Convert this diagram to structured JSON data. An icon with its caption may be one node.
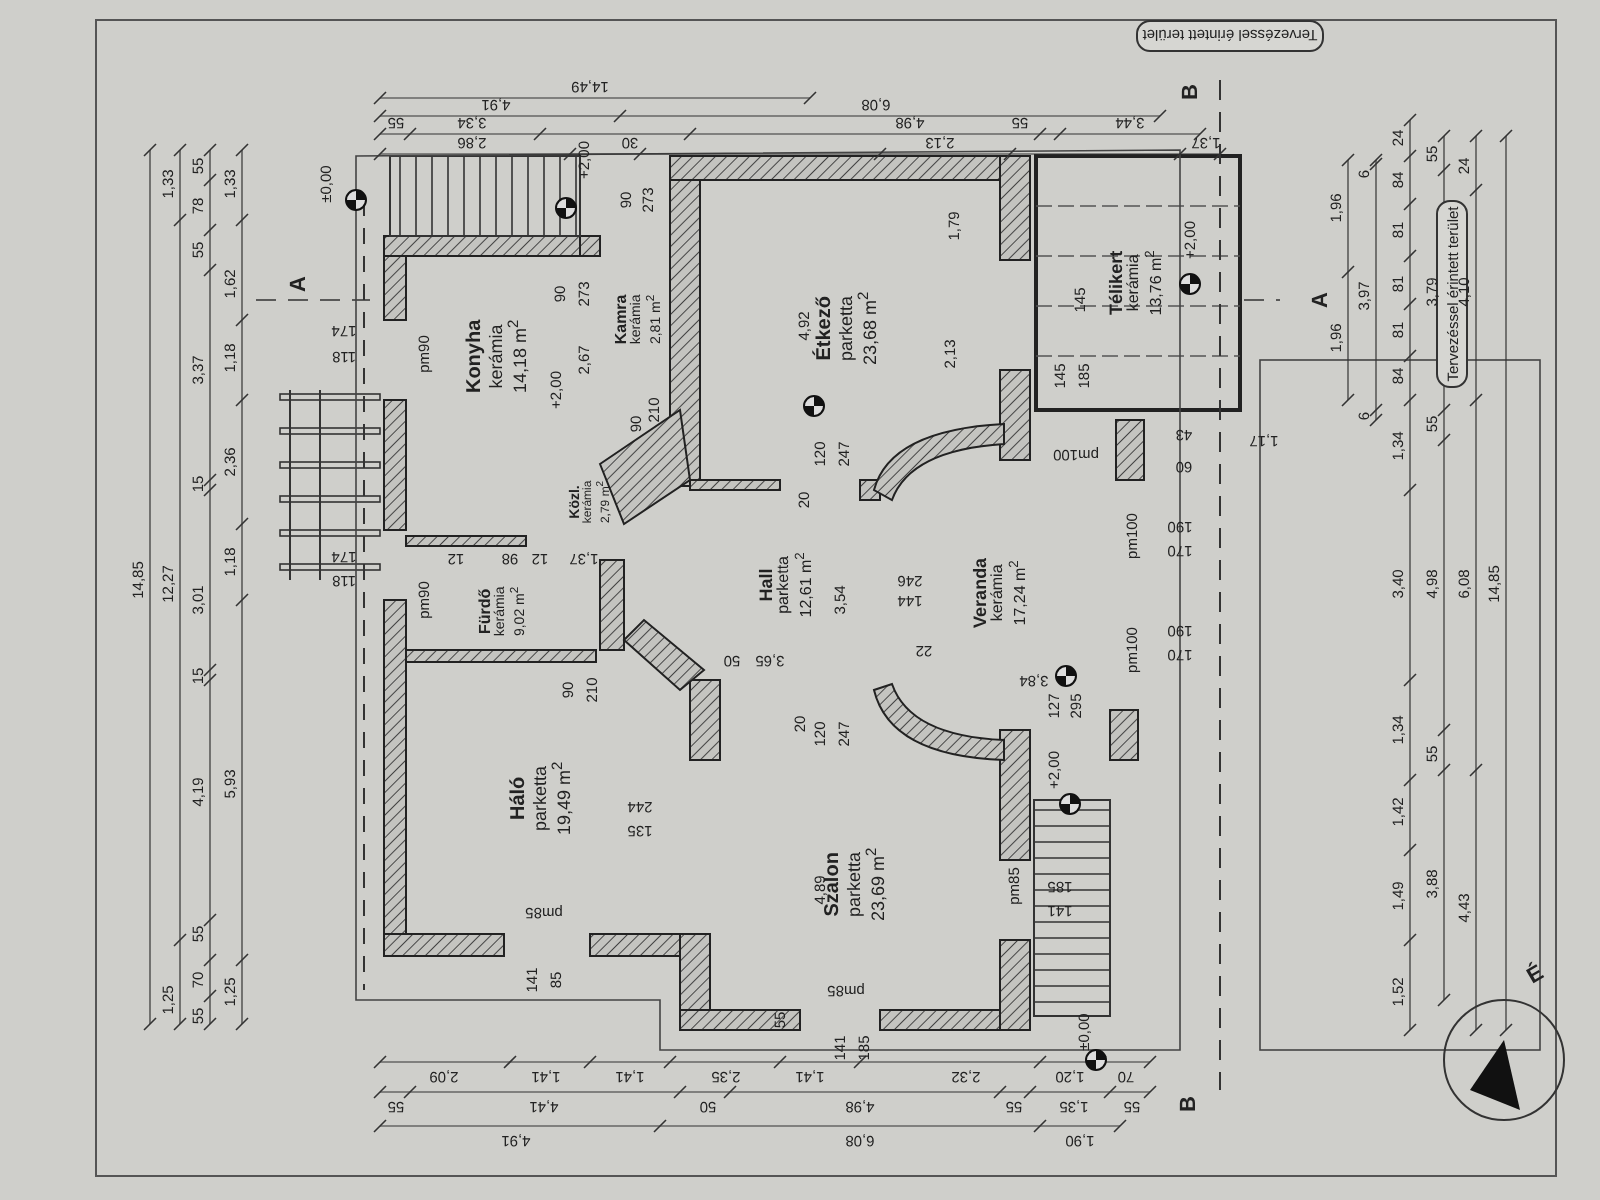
{
  "diagram": {
    "nodes": [
      {
        "text": [
          "Konyha",
          "kerámia",
          "14,18 m$^{2}$"
        ]
      },
      {
        "text": [
          "Kamra",
          "kerámia",
          "2,81 m$^{2}$"
        ]
      },
      {
        "text": [
          "Közl.",
          "kerámia",
          "2,79 m$^{2}$"
        ]
      },
      {
        "text": [
          "Fürdő",
          "kerámia",
          "9,02 m$^{2}$"
        ]
      },
      {
        "text": [
          "Hall",
          "parketta",
          "12,61 m$^{2}$"
        ]
      },
      {
        "text": [
          "Étkező",
          "parketta",
          "23,68 m$^{2}$"
        ]
      },
      {
        "text": [
          "Télikert",
          "kerámia",
          "13,76 m$^{2}$"
        ]
      },
      {
        "text": [
          "Veranda",
          "kerámia",
          "17,24 m$^{2}$"
        ]
      },
      {
        "text": [
          "Háló",
          "parketta",
          "19,49 m$^{2}$"
        ]
      },
      {
        "text": [
          "Szalon",
          "parketta",
          "23,69 m$^{2}$"
        ]
      },
      {
        "text": [
          "Tervezéssel érintett terület"
        ]
      },
      {
        "text": [
          "Tervezéssel érintett terület"
        ]
      }
    ],
    "labels": [
      "14,49",
      "4,91",
      "6,08",
      "55",
      "3,34",
      "4,98",
      "55",
      "3,44",
      "2,86",
      "30",
      "2,13",
      "1,37",
      "B",
      "14,85",
      "1,33",
      "12,27",
      "1,25",
      "55",
      "78",
      "55",
      "3,37",
      "15",
      "3,01",
      "15",
      "4,19",
      "55",
      "70",
      "55",
      "1,33",
      "1,62",
      "1,18",
      "2,36",
      "1,18",
      "5,93",
      "1,25",
      "A",
      "±0,00",
      "174",
      "118",
      "174",
      "118",
      "+2,00",
      "90",
      "273",
      "90",
      "273",
      "2,67",
      "+2,00",
      "pm90",
      "210",
      "90",
      "12",
      "98",
      "12",
      "1,37",
      "pm90",
      "3,54",
      "50",
      "3,65",
      "20",
      "120",
      "247",
      "4,92",
      "1,79",
      "2,13",
      "145",
      "145",
      "185",
      "+2,00",
      "43",
      "1,17",
      "60",
      "pm100",
      "pm100",
      "190",
      "170",
      "246",
      "144",
      "3,84",
      "22",
      "pm100",
      "190",
      "170",
      "90",
      "210",
      "244",
      "135",
      "pm85",
      "141",
      "85",
      "20",
      "120",
      "247",
      "4,89",
      "pm85",
      "55",
      "141",
      "185",
      "127",
      "295",
      "+2,00",
      "pm85",
      "185",
      "141",
      "±0,00",
      "2,09",
      "1,41",
      "1,41",
      "2,35",
      "1,41",
      "2,32",
      "1,20",
      "70",
      "55",
      "4,41",
      "50",
      "4,98",
      "55",
      "1,35",
      "55",
      "4,91",
      "6,08",
      "1,90",
      "B",
      "1,96",
      "1,96",
      "6",
      "3,97",
      "6",
      "24",
      "84",
      "81",
      "81",
      "81",
      "84",
      "1,34",
      "3,40",
      "1,34",
      "1,42",
      "1,49",
      "1,52",
      "55",
      "3,79",
      "55",
      "4,98",
      "55",
      "3,88",
      "24",
      "4,10",
      "6,08",
      "4,43",
      "14,85",
      "A",
      "É"
    ]
  }
}
